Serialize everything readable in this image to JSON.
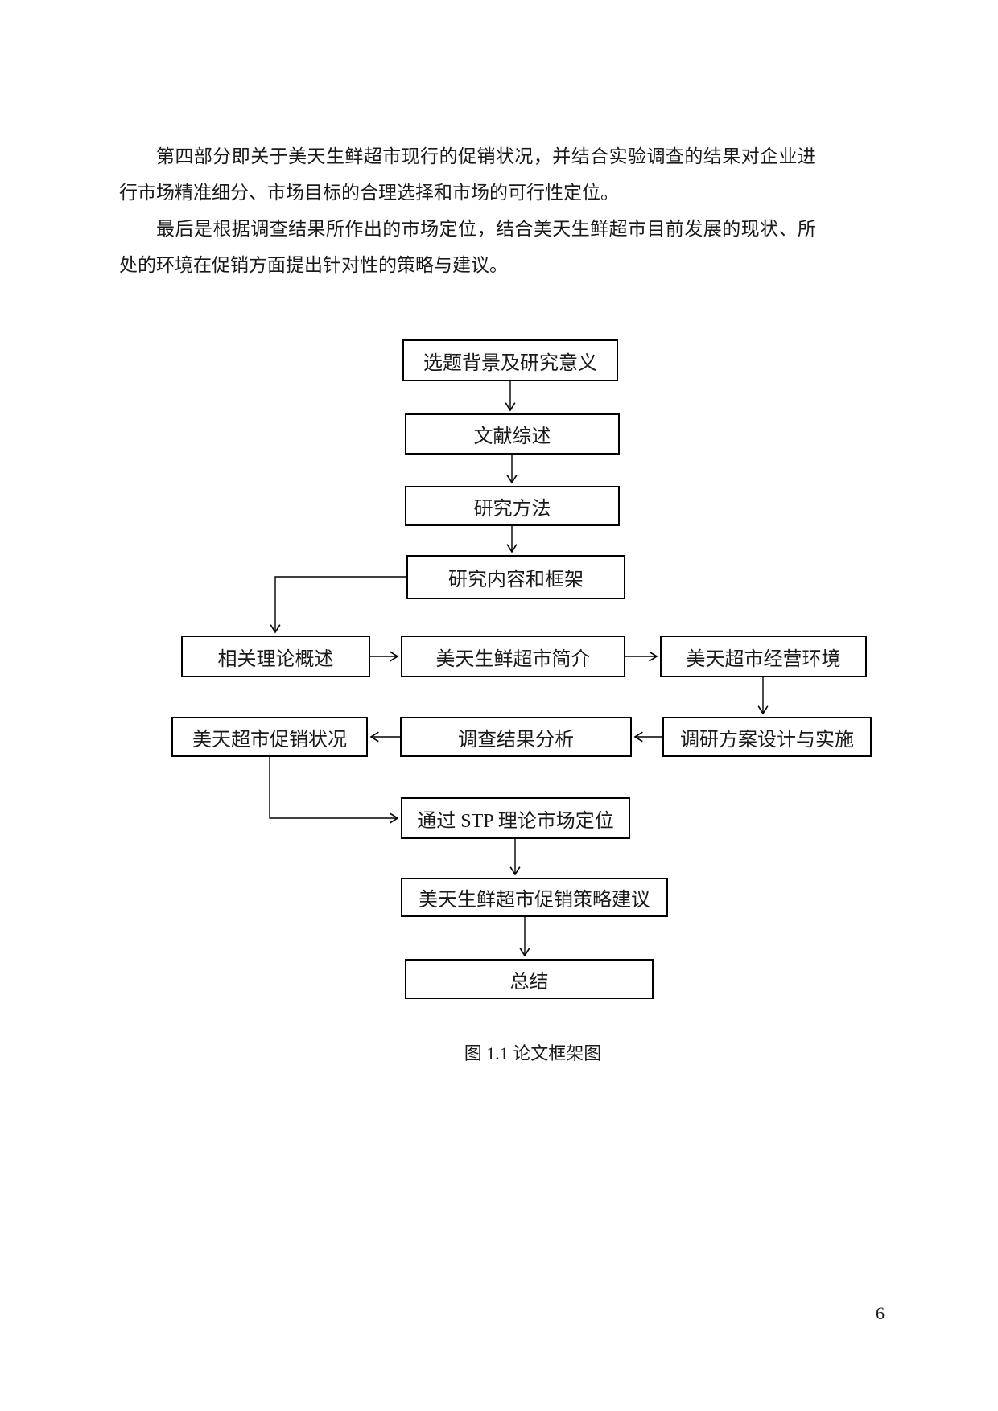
{
  "page": {
    "paragraphs": [
      "第四部分即关于美天生鲜超市现行的促销状况，并结合实验调查的结果对企业进行市场精准细分、市场目标的合理选择和市场的可行性定位。",
      "最后是根据调查结果所作出的市场定位，结合美天生鲜超市目前发展的现状、所处的环境在促销方面提出针对性的策略与建议。"
    ],
    "page_number": "6"
  },
  "figure": {
    "caption": "图 1.1 论文框架图",
    "nodes": {
      "background": "选题背景及研究意义",
      "literature": "文献综述",
      "method": "研究方法",
      "framework": "研究内容和框架",
      "theory": "相关理论概述",
      "intro": "美天生鲜超市简介",
      "environment": "美天超市经营环境",
      "promotion_status": "美天超市促销状况",
      "survey_analysis": "调查结果分析",
      "survey_design": "调研方案设计与实施",
      "stp": "通过 STP 理论市场定位",
      "suggestions": "美天生鲜超市促销策略建议",
      "summary": "总结"
    },
    "edges": [
      {
        "from": "background",
        "to": "literature"
      },
      {
        "from": "literature",
        "to": "method"
      },
      {
        "from": "method",
        "to": "framework"
      },
      {
        "from": "framework",
        "to": "theory"
      },
      {
        "from": "theory",
        "to": "intro"
      },
      {
        "from": "intro",
        "to": "environment"
      },
      {
        "from": "environment",
        "to": "survey_design"
      },
      {
        "from": "survey_design",
        "to": "survey_analysis"
      },
      {
        "from": "survey_analysis",
        "to": "promotion_status"
      },
      {
        "from": "promotion_status",
        "to": "stp"
      },
      {
        "from": "stp",
        "to": "suggestions"
      },
      {
        "from": "suggestions",
        "to": "summary"
      }
    ]
  }
}
